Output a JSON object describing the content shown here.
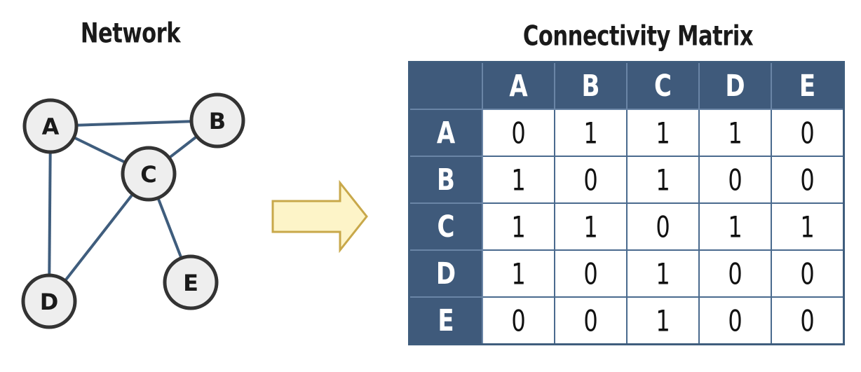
{
  "network": {
    "title": "Network",
    "nodes": [
      "A",
      "B",
      "C",
      "D",
      "E"
    ],
    "edges": [
      [
        "A",
        "B"
      ],
      [
        "A",
        "C"
      ],
      [
        "A",
        "D"
      ],
      [
        "B",
        "C"
      ],
      [
        "C",
        "D"
      ],
      [
        "C",
        "E"
      ]
    ]
  },
  "matrix": {
    "title": "Connectivity Matrix",
    "columns": [
      "A",
      "B",
      "C",
      "D",
      "E"
    ],
    "rows": [
      {
        "label": "A",
        "values": [
          "0",
          "1",
          "1",
          "1",
          "0"
        ]
      },
      {
        "label": "B",
        "values": [
          "1",
          "0",
          "1",
          "0",
          "0"
        ]
      },
      {
        "label": "C",
        "values": [
          "1",
          "1",
          "0",
          "1",
          "1"
        ]
      },
      {
        "label": "D",
        "values": [
          "1",
          "0",
          "1",
          "0",
          "0"
        ]
      },
      {
        "label": "E",
        "values": [
          "0",
          "0",
          "1",
          "0",
          "0"
        ]
      }
    ]
  },
  "colors": {
    "edge": "#3f5d7d",
    "node_fill": "#eeeeee",
    "node_stroke": "#333333",
    "header_bg": "#3f5a7b",
    "arrow_fill": "#fdf4c8",
    "arrow_stroke": "#c8a84a"
  }
}
